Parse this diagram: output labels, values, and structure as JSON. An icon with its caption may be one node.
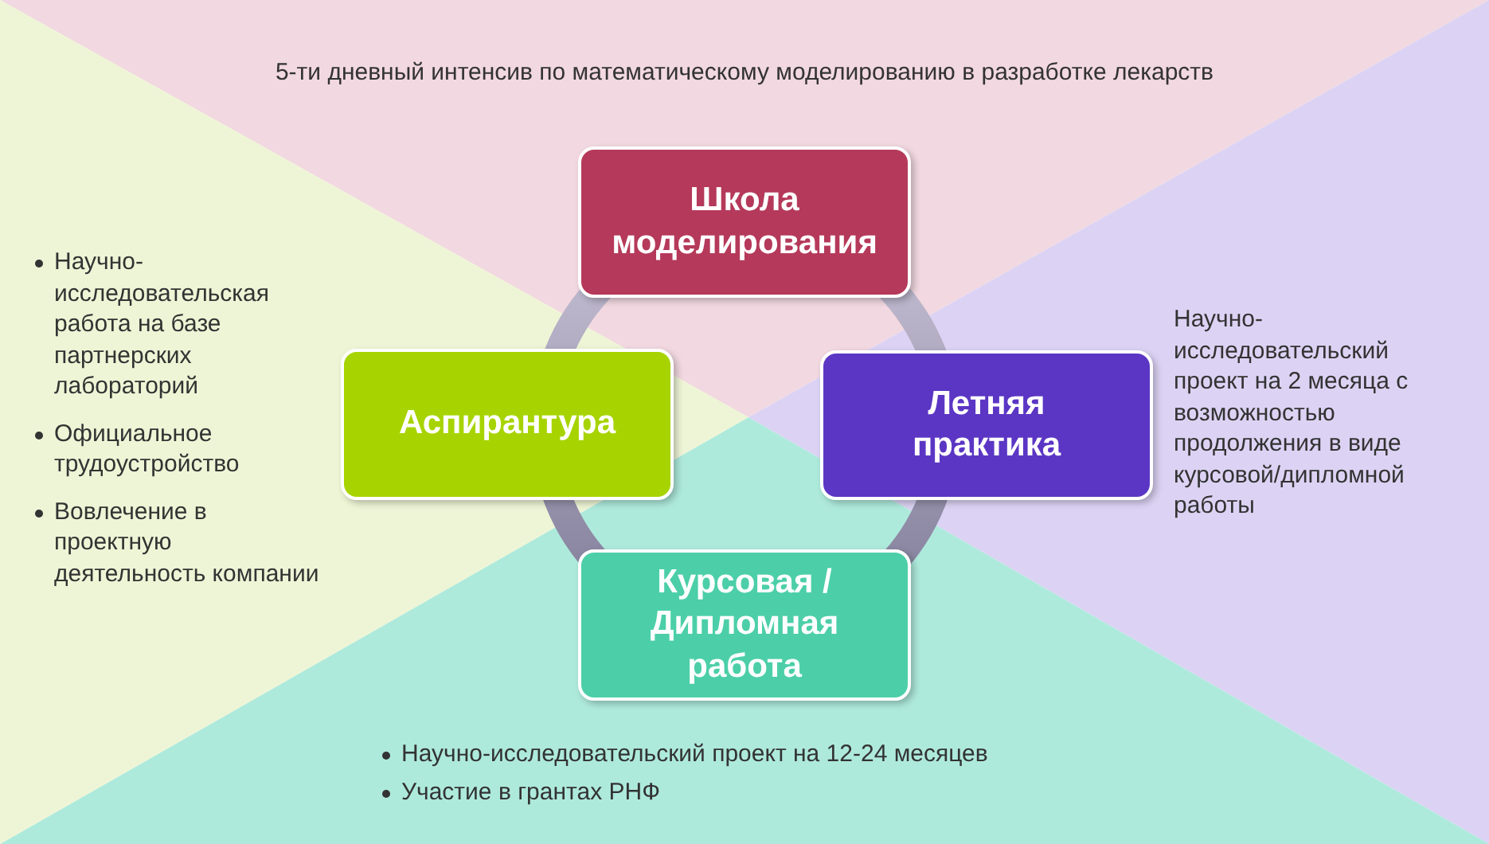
{
  "diagram": {
    "nodes": [
      {
        "text": [
          "Школа моделирования"
        ],
        "beside": [
          "5-ти дневный интенсив по математическому моделированию в разработке лекарств"
        ]
      },
      {
        "text": [
          "Летняя практика"
        ],
        "beside": [
          "Научно-исследовательский проект на 2 месяца с возможностью продолжения в виде курсовой/дипломной работы"
        ]
      },
      {
        "text": [
          "Курсовая / Дипломная работа"
        ],
        "beside": [
          "Научно-исследовательский проект на 12-24 месяцев",
          "Участие в грантах РНФ"
        ]
      },
      {
        "text": [
          "Аспирантура"
        ],
        "beside": [
          "Научно-исследовательская работа на базе партнерских лабораторий",
          "Официальное трудоустройство",
          "Вовлечение в проектную деятельность компании"
        ]
      }
    ]
  }
}
